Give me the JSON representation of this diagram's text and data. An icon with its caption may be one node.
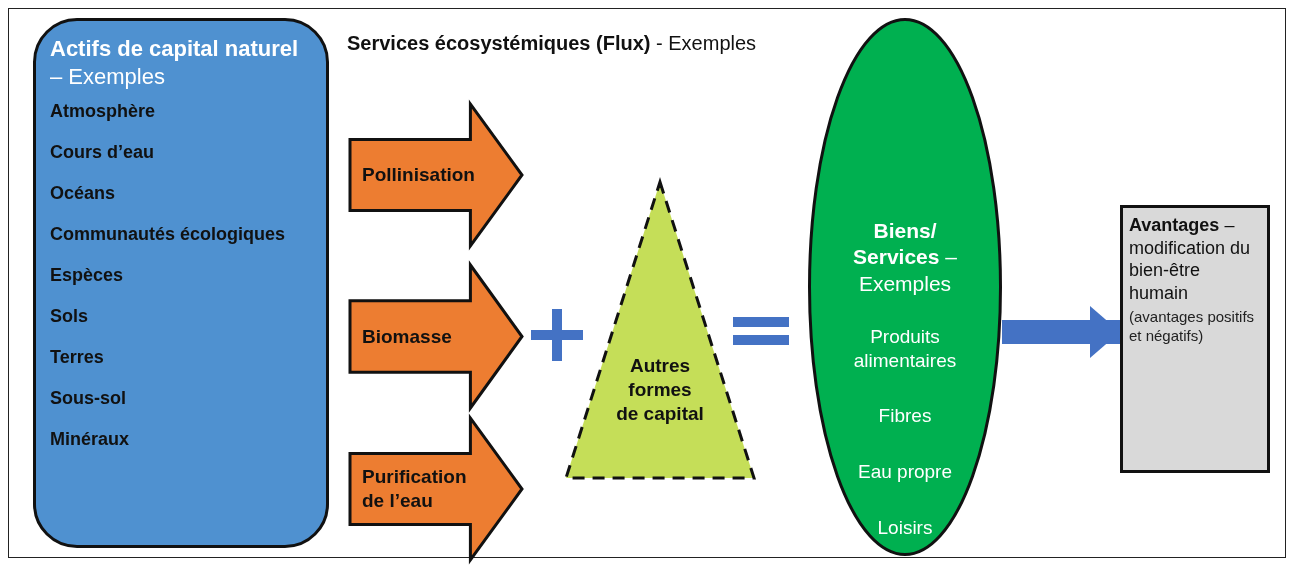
{
  "diagram": {
    "nodes": [
      {
        "text": [
          "**Actifs de capital naturel** – Exemples",
          "Atmosphère",
          "Cours d’eau",
          "Océans",
          "Communautés écologiques",
          "Espèces",
          "Sols",
          "Terres",
          "Sous-sol",
          "Minéraux"
        ]
      },
      {
        "text": [
          "Pollinisation"
        ]
      },
      {
        "text": [
          "Biomasse"
        ]
      },
      {
        "text": [
          "Purification de l’eau"
        ]
      },
      {
        "text": [
          "Autres formes de capital"
        ]
      },
      {
        "text": [
          "**Biens/ Services** – Exemples",
          "Produits alimentaires",
          "Fibres",
          "Eau propre",
          "Loisirs"
        ]
      },
      {
        "text": [
          "**Avantages** – modification du bien-être humain",
          "(avantages positifs et négatifs)"
        ]
      }
    ],
    "edges": [
      {
        "from": 5,
        "to": 6,
        "arrow": "to"
      }
    ],
    "labels": [
      "**Services écosystémiques (Flux)** - Exemples"
    ]
  }
}
